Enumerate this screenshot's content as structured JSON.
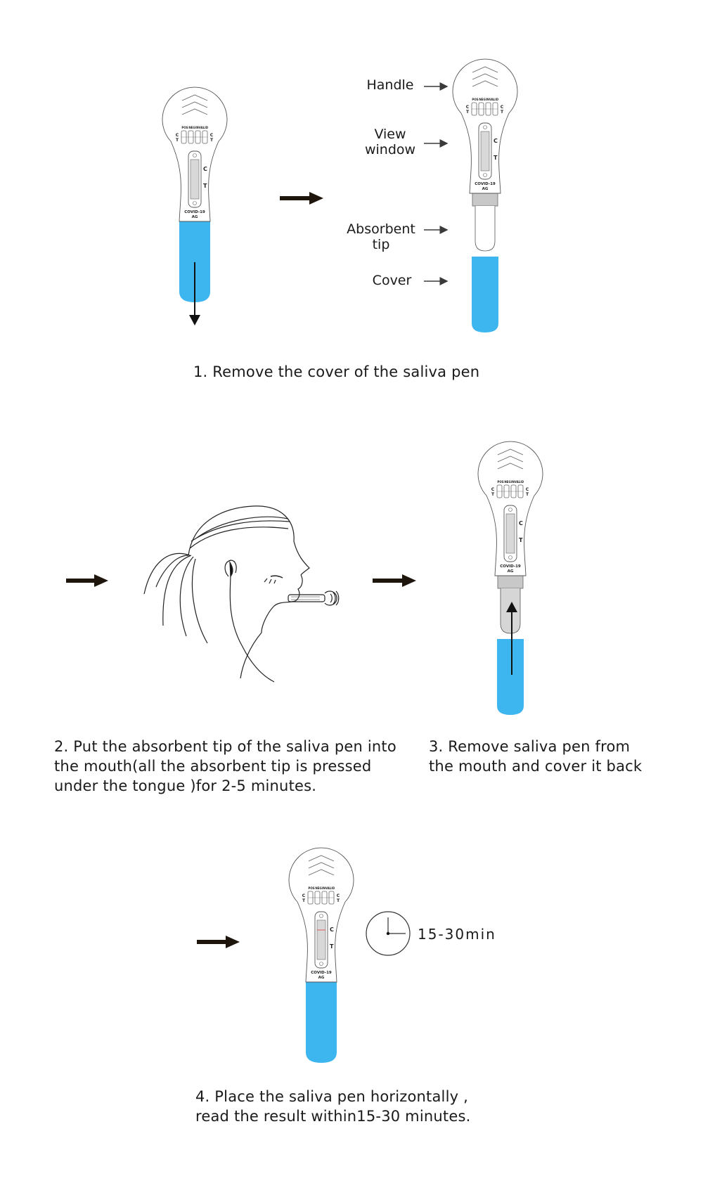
{
  "colors": {
    "cover": "#3db5ef",
    "ink": "#1a1a1a",
    "collar": "#c8c8c8",
    "arrow": "#1e160c",
    "result_line": "#e04040"
  },
  "pen_labels": {
    "pos": "POS",
    "neg": "NEG",
    "invalid": "INVALID",
    "c": "C",
    "t": "T",
    "brand_line1": "COVID-19",
    "brand_line2": "AG"
  },
  "step1": {
    "parts": [
      {
        "label": "Handle"
      },
      {
        "label_line1": "View",
        "label_line2": "window"
      },
      {
        "label_line1": "Absorbent",
        "label_line2": "tip"
      },
      {
        "label": "Cover"
      }
    ],
    "caption": "1. Remove the cover of the saliva pen"
  },
  "step2": {
    "caption_lines": [
      "2. Put the absorbent tip of the saliva pen into",
      "the mouth(all the absorbent tip is pressed",
      "under the tongue )for 2-5 minutes."
    ]
  },
  "step3": {
    "caption_lines": [
      "3. Remove saliva pen from",
      "the mouth and cover it back"
    ]
  },
  "step4": {
    "timer_label": "15-30min",
    "timer_icon": "clock-icon",
    "caption_lines": [
      "4. Place the saliva pen horizontally ,",
      "read the result within15-30 minutes."
    ]
  }
}
